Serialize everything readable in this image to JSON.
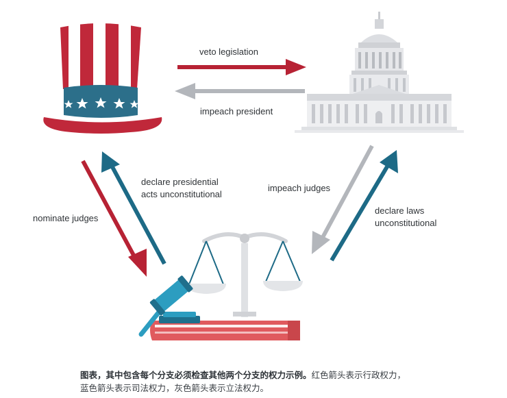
{
  "labels": {
    "veto": "veto legislation",
    "impeach_president": "impeach president",
    "declare_presidential_line1": "declare presidential",
    "declare_presidential_line2": "acts unconstitutional",
    "nominate_judges": "nominate judges",
    "impeach_judges": "impeach judges",
    "declare_laws_line1": "declare laws",
    "declare_laws_line2": "unconstitutional"
  },
  "caption": {
    "lead": "图表，其中包含每个分支必须检查其他两个分支的权力示例。",
    "rest": "红色箭头表示行政权力，蓝色箭头表示司法权力，灰色箭头表示立法权力。"
  },
  "colors": {
    "executive_red": "#b72234",
    "judicial_blue": "#1d6a86",
    "legislative_gray": "#b3b6bb",
    "hat_red": "#c0283a",
    "hat_band": "#2c6f8a",
    "book_red": "#e05a5e",
    "gavel_blue": "#2c9dc0"
  },
  "icons": [
    "uncle-sam-hat-icon",
    "capitol-building-icon",
    "scales-of-justice-icon",
    "gavel-icon",
    "law-book-icon"
  ]
}
